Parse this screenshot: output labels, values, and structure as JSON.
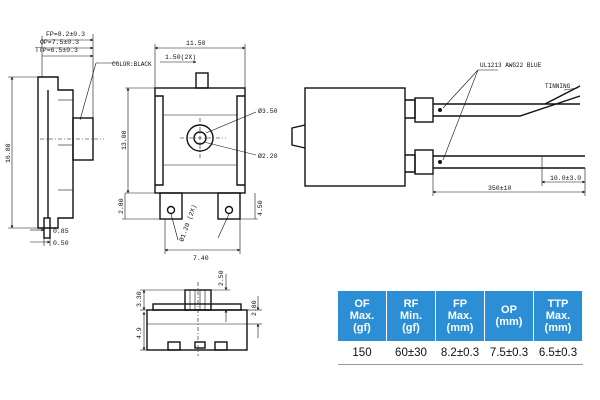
{
  "labels": {
    "fp": "FP=8.2±0.3",
    "op": "OP=7.5±0.3",
    "ttp": "TTP=6.5±0.3",
    "color": "COLOR:BLACK",
    "width_top": "11.50",
    "offset_2x": "1.50(2X)",
    "dia_large": "Ø3.50",
    "dia_small": "Ø2.20",
    "height_left": "16.80",
    "height_body": "13.00",
    "dim_085": "0.85",
    "dim_050": "0.50",
    "dim_280": "2.80",
    "dim_450": "4.50",
    "dia_pin": "Ø1.20 (2X)",
    "width_bottom": "7.40",
    "wire": "UL1213 AWG22 BLUE",
    "tinning": "TINNING",
    "lead_len": "350±10",
    "strip_len": "10.0±3.0",
    "dim_250": "2.50",
    "dim_330": "3.30",
    "dim_280b": "2.80",
    "dim_49": "4.9"
  },
  "table": {
    "header_color": "#2c8fd6",
    "headers": [
      [
        "OF",
        "Max.",
        "(gf)"
      ],
      [
        "RF",
        "Min.",
        "(gf)"
      ],
      [
        "FP",
        "Max.",
        "(mm)"
      ],
      [
        "OP",
        "(mm)"
      ],
      [
        "TTP",
        "Max.",
        "(mm)"
      ]
    ],
    "values": [
      "150",
      "60±30",
      "8.2±0.3",
      "7.5±0.3",
      "6.5±0.3"
    ]
  }
}
